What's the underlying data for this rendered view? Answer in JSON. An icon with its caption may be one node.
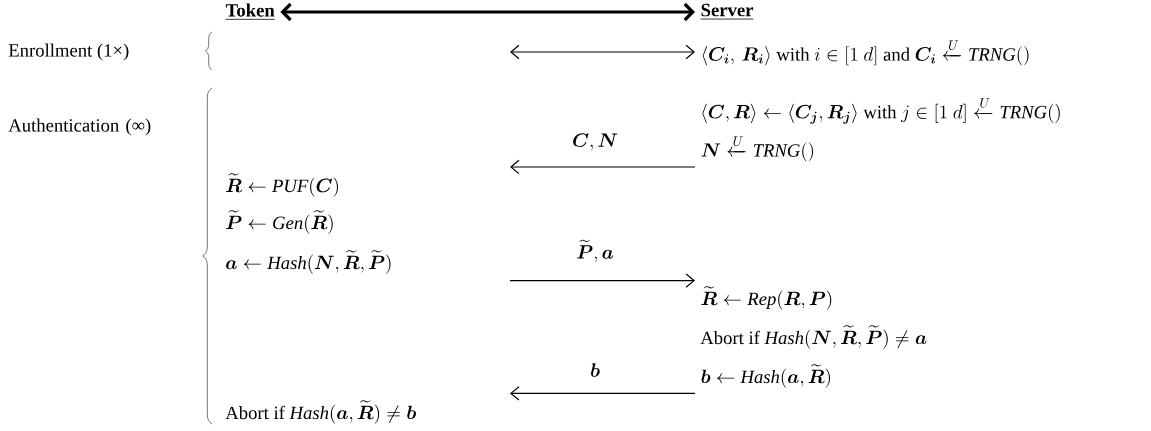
{
  "diagram": {
    "nodes": [
      {
        "text": [
          "Token"
        ]
      },
      {
        "text": [
          "Server"
        ]
      },
      {
        "text": [
          "\\langle \\boldsymbol{C_i},\\, \\boldsymbol{R_i} \\rangle \\text{ with } i \\in [1\\ d] \\text{ and } \\boldsymbol{C_i} \\xleftarrow{U} \\mathit{TRNG}()"
        ]
      },
      {
        "text": [
          "\\boldsymbol{N} \\xleftarrow{U} \\mathit{TRNG}()"
        ]
      },
      {
        "text": [
          "\\widetilde{\\boldsymbol{R}} \\leftarrow \\mathit{Rep}(\\boldsymbol{R}, \\boldsymbol{P})"
        ]
      },
      {
        "text": [
          "\\boldsymbol{b} \\leftarrow \\mathit{Hash}(\\boldsymbol{a}, \\widetilde{\\boldsymbol{R}})"
        ]
      }
    ],
    "edges": [
      {
        "from": 0,
        "to": 1,
        "arrow": "both",
        "style": "thick"
      },
      {
        "from": null,
        "to": 2,
        "arrow": "both"
      },
      {
        "from": 3,
        "to": null,
        "arrow": "to",
        "label": "\\boldsymbol{C}, \\boldsymbol{N}"
      },
      {
        "from": null,
        "to": 4,
        "arrow": "to",
        "label": "\\widetilde{\\boldsymbol{P}}, \\boldsymbol{a}"
      },
      {
        "from": 5,
        "to": null,
        "arrow": "to",
        "label": "\\boldsymbol{b}"
      }
    ],
    "labels": [
      "Enrollment (1×)",
      "Authentication (∞)",
      "\\langle \\boldsymbol{C}, \\boldsymbol{R} \\rangle \\leftarrow \\langle \\boldsymbol{C_j}, \\boldsymbol{R_j} \\rangle \\text{ with } j \\in [1\\ d] \\xleftarrow{U} \\mathit{TRNG}()",
      "\\widetilde{\\boldsymbol{R}} \\leftarrow \\mathit{PUF}(\\boldsymbol{C})",
      "\\widetilde{\\boldsymbol{P}} \\leftarrow \\mathit{Gen}(\\widetilde{\\boldsymbol{R}})",
      "\\boldsymbol{a} \\leftarrow \\mathit{Hash}(\\boldsymbol{N}, \\widetilde{\\boldsymbol{R}}, \\widetilde{\\boldsymbol{P}})",
      "\\text{Abort if } \\mathit{Hash}(\\boldsymbol{N}, \\widetilde{\\boldsymbol{R}}, \\widetilde{\\boldsymbol{P}}) \\neq \\boldsymbol{a}",
      "\\text{Abort if } \\mathit{Hash}(\\boldsymbol{a}, \\widetilde{\\boldsymbol{R}}) \\neq \\boldsymbol{b}"
    ]
  }
}
